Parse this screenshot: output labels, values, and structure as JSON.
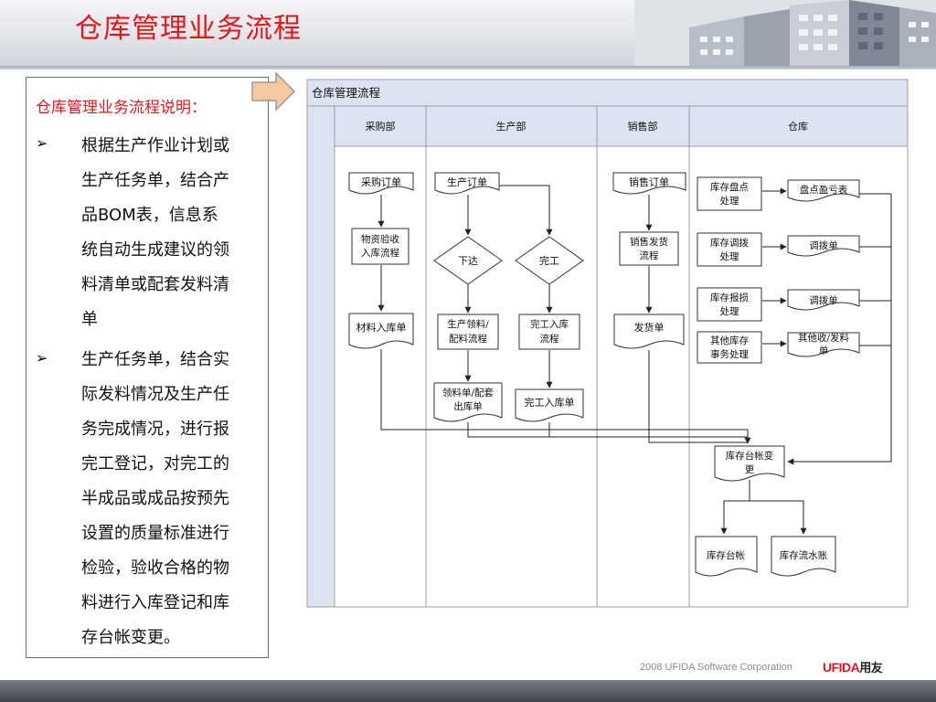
{
  "page": {
    "title": "仓库管理业务流程"
  },
  "notes": {
    "title": "仓库管理业务流程说明：",
    "bullet_symbol": "➢",
    "bullets": [
      [
        "根据生产作业计划或",
        "生产任务单，结合产",
        "品BOM表，信息系",
        "统自动生成建议的领",
        "料清单或配套发料清",
        "单"
      ],
      [
        "生产任务单，结合实",
        "际发料情况及生产任",
        "务完成情况，进行报",
        "完工登记，对完工的",
        "半成品或成品按预先",
        "设置的质量标准进行",
        "检验，验收合格的物",
        "料进行入库登记和库",
        "存台帐变更。"
      ]
    ]
  },
  "diagram": {
    "title": "仓库管理流程",
    "lanes": [
      "采购部",
      "生产部",
      "销售部",
      "仓库"
    ],
    "nodes": {
      "purchase_order": "采购订单",
      "material_receipt_flow": [
        "物资验收",
        "入库流程"
      ],
      "material_inbound_doc": "材料入库单",
      "production_order": "生产订单",
      "issue_decision": "下达",
      "complete_decision": "完工",
      "production_picking_flow": [
        "生产领料/",
        "配料流程"
      ],
      "completion_inbound_flow": [
        "完工入库",
        "流程"
      ],
      "picking_doc": [
        "领料单/配套",
        "出库单"
      ],
      "completion_inbound_doc": "完工入库单",
      "sales_order": "销售订单",
      "sales_shipping_flow": [
        "销售发货",
        "流程"
      ],
      "delivery_doc": "发货单",
      "stocktake_proc": [
        "库存盘点",
        "处理"
      ],
      "stocktake_diff_doc": "盘点盈亏表",
      "transfer_proc": [
        "库存调拨",
        "处理"
      ],
      "transfer_doc_1": "调拨单",
      "scrap_proc": [
        "库存报损",
        "处理"
      ],
      "transfer_doc_2": "调拨单",
      "other_proc": [
        "其他库存",
        "事务处理"
      ],
      "other_doc": [
        "其他收/发料",
        "单"
      ],
      "ledger_change": [
        "库存台帐变",
        "更"
      ],
      "stock_ledger": "库存台帐",
      "stock_journal": "库存流水账"
    }
  },
  "footer": {
    "credit": "2008 UFIDA Software Corporation",
    "logo": "UFIDA",
    "logo_cn": "用友"
  },
  "colors": {
    "title_red": "#e3161b",
    "lane_header_bg": "#dde3f1",
    "arrow_fill": "#f3c9a0"
  }
}
